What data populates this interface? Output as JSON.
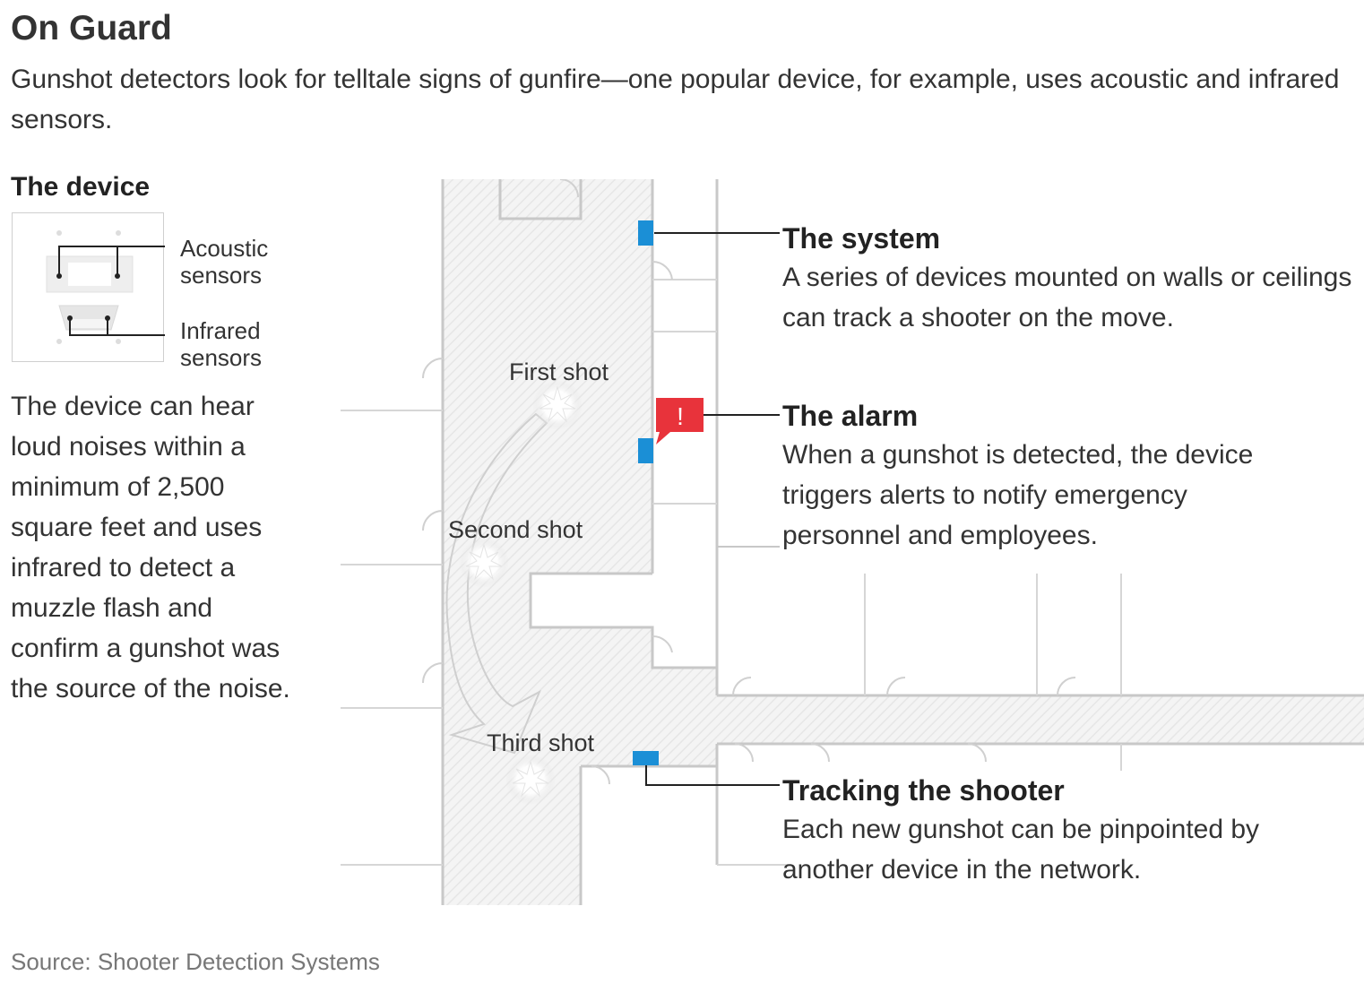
{
  "header": {
    "title": "On Guard",
    "subtitle": "Gunshot detectors look for telltale signs of gunfire—one popular device, for example, uses acoustic and infrared sensors."
  },
  "device": {
    "heading": "The device",
    "acoustic_label": [
      "Acoustic",
      "sensors"
    ],
    "infrared_label": [
      "Infrared",
      "sensors"
    ],
    "description": "The device can hear loud noises within a minimum of 2,500 square feet and uses infrared to detect a muzzle flash and confirm a gunshot was the source of the noise."
  },
  "shots": {
    "first": "First shot",
    "second": "Second shot",
    "third": "Third shot"
  },
  "callouts": {
    "system": {
      "title": "The system",
      "text": "A series of devices mounted on walls or ceilings can track a shooter on the move."
    },
    "alarm": {
      "title": "The alarm",
      "text": "When a gunshot is detected, the device triggers alerts to notify emergency personnel and employees.",
      "icon": "exclamation-icon",
      "glyph": "!"
    },
    "tracking": {
      "title": "Tracking the shooter",
      "text": "Each new gunshot can be pinpointed by another device in the network."
    }
  },
  "source": "Source: Shooter Detection Systems",
  "colors": {
    "sensor": "#1b8fd6",
    "alarm": "#e8333b",
    "wall": "#cccccc",
    "text": "#333333"
  }
}
